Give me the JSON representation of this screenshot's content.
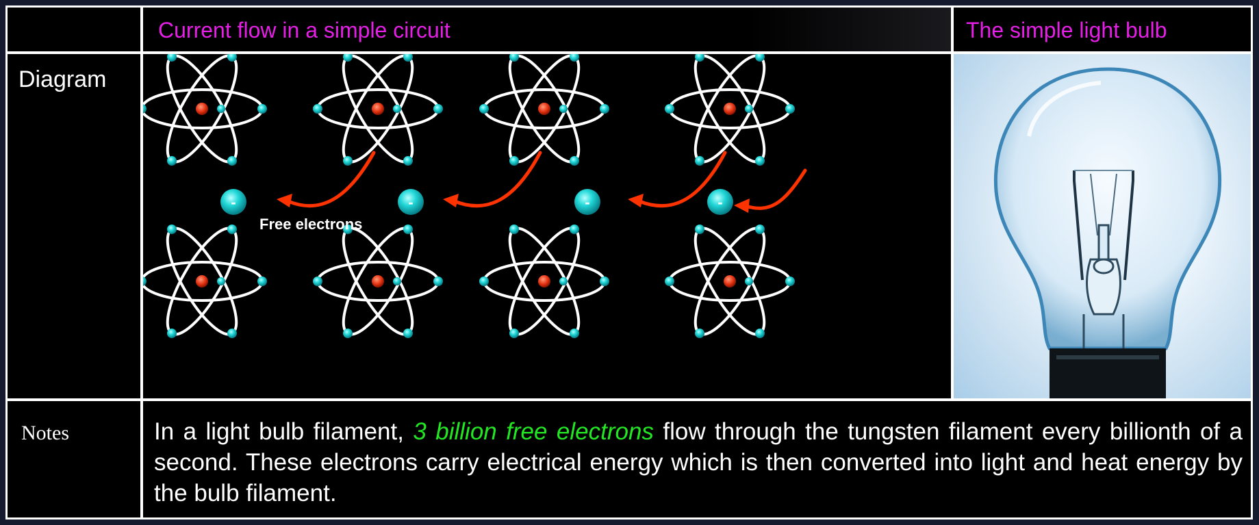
{
  "header": {
    "left": "",
    "middle_title": "Current flow in a simple circuit",
    "right_title": "The simple light bulb"
  },
  "rows": {
    "diagram_label": "Diagram",
    "notes_label": "Notes"
  },
  "diagram": {
    "free_electrons_label": "Free electrons",
    "electron_sign": "-",
    "atom_count": 8,
    "free_electron_count": 4
  },
  "notes": {
    "before": "In a light bulb filament, ",
    "highlight": "3 billion free electrons",
    "after": " flow through the tungsten filament every billionth of a second. These electrons carry electrical energy which is then converted into light and heat energy by the bulb filament."
  },
  "colors": {
    "title": "#e61fe6",
    "highlight": "#22e722",
    "nucleus": "#e63312",
    "electron": "#1ecfcf",
    "arrow": "#ff3300"
  }
}
